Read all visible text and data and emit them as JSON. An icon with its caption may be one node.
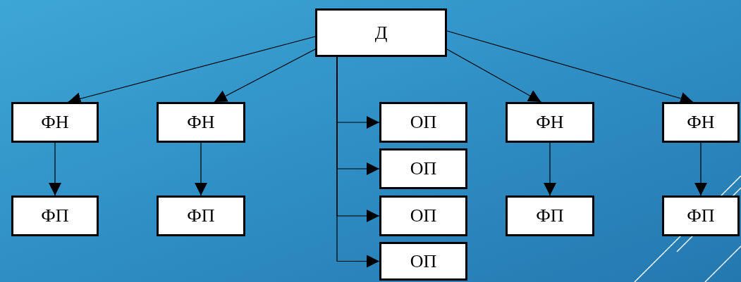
{
  "diagram": {
    "nodes": [
      {
        "text": [
          "Д"
        ]
      },
      {
        "text": [
          "ФН"
        ]
      },
      {
        "text": [
          "ФП"
        ]
      },
      {
        "text": [
          "ФН"
        ]
      },
      {
        "text": [
          "ФП"
        ]
      },
      {
        "text": [
          "ОП"
        ]
      },
      {
        "text": [
          "ОП"
        ]
      },
      {
        "text": [
          "ОП"
        ]
      },
      {
        "text": [
          "ОП"
        ]
      },
      {
        "text": [
          "ФН"
        ]
      },
      {
        "text": [
          "ФП"
        ]
      },
      {
        "text": [
          "ФН"
        ]
      },
      {
        "text": [
          "ФП"
        ]
      }
    ],
    "edges": [
      {
        "from": 0,
        "to": 1,
        "arrow": "to"
      },
      {
        "from": 0,
        "to": 3,
        "arrow": "to"
      },
      {
        "from": 0,
        "to": 5,
        "arrow": "to"
      },
      {
        "from": 0,
        "to": 6,
        "arrow": "to"
      },
      {
        "from": 0,
        "to": 7,
        "arrow": "to"
      },
      {
        "from": 0,
        "to": 8,
        "arrow": "to"
      },
      {
        "from": 0,
        "to": 9,
        "arrow": "to"
      },
      {
        "from": 0,
        "to": 11,
        "arrow": "to"
      },
      {
        "from": 1,
        "to": 2,
        "arrow": "to"
      },
      {
        "from": 3,
        "to": 4,
        "arrow": "to"
      },
      {
        "from": 9,
        "to": 10,
        "arrow": "to"
      },
      {
        "from": 11,
        "to": 12,
        "arrow": "to"
      }
    ]
  }
}
